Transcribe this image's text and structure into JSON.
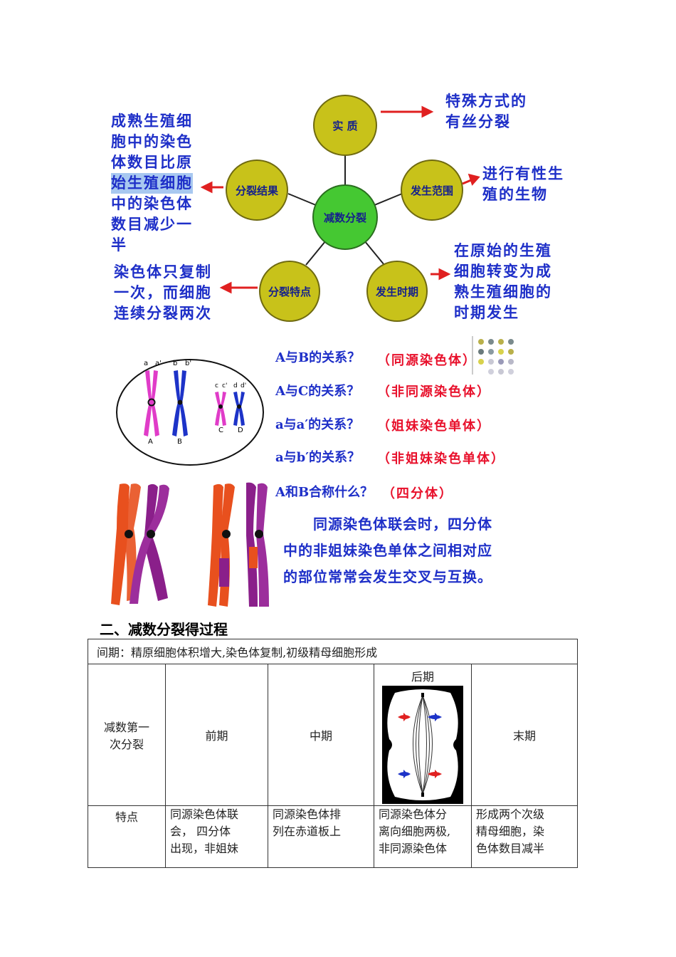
{
  "diagram": {
    "center": "减数分裂",
    "nodes": {
      "essence": "实 质",
      "scope": "发生范围",
      "period": "发生时期",
      "feature": "分裂特点",
      "result": "分裂结果"
    },
    "descriptions": {
      "essence": [
        "特殊方式的",
        "有丝分裂"
      ],
      "scope": [
        "进行有性生",
        "殖的生物"
      ],
      "period": [
        "在原始的生殖",
        "细胞转变为成",
        "熟生殖细胞的",
        "时期发生"
      ],
      "feature": [
        "染色体只复制",
        "一次，而细胞",
        "连续分裂两次"
      ],
      "result": [
        "成熟生殖细",
        "胞中的染色",
        "体数目比原",
        "始生殖细胞",
        "中的染色体",
        "数目减少一",
        "半"
      ]
    }
  },
  "chromosome_labels": {
    "top_letters": [
      "a",
      "a'",
      "b",
      "b'",
      "c",
      "c'",
      "d",
      "d'"
    ],
    "bottom_letters": [
      "A",
      "B",
      "C",
      "D"
    ]
  },
  "questions": [
    {
      "q": "A与B的关系？",
      "a": "（同源染色体）"
    },
    {
      "q": "A与C的关系？",
      "a": "（非同源染色体）"
    },
    {
      "q": "a与a′的关系？",
      "a": "（姐妹染色单体）"
    },
    {
      "q": "a与b′的关系？",
      "a": "（非姐妹染色单体）"
    },
    {
      "q": "A和B合称什么？",
      "a": "（四分体）"
    }
  ],
  "crossover_note": [
    "同源染色体联会时，四分体",
    "中的非姐妹染色单体之间相对应",
    "的部位常常会发生交叉与互换。"
  ],
  "section_title": "二、减数分裂得过程",
  "table": {
    "interphase": "间期：精原细胞体积增大,染色体复制,初级精母细胞形成",
    "row_header": "减数第一次分裂",
    "row_header_lines": [
      "减数第一",
      "次分裂"
    ],
    "phases": [
      "前期",
      "中期",
      "后期",
      "末期"
    ],
    "feature_label": "特点",
    "features": {
      "prophase": [
        "同源染色体联",
        "会，  四分体",
        "出现，非姐妹"
      ],
      "metaphase": [
        "同源染色体排",
        "列在赤道板上"
      ],
      "anaphase": [
        "同源染色体分",
        "离向细胞两极,",
        "非同源染色体"
      ],
      "telophase": [
        "形成两个次级",
        "精母细胞，染",
        "色体数目减半"
      ]
    }
  },
  "colors": {
    "node_yellow": "#c8c21a",
    "center_green": "#45c832",
    "text_blue": "#1e2fc8",
    "answer_red": "#e8102b",
    "arrow_red": "#e02020"
  }
}
